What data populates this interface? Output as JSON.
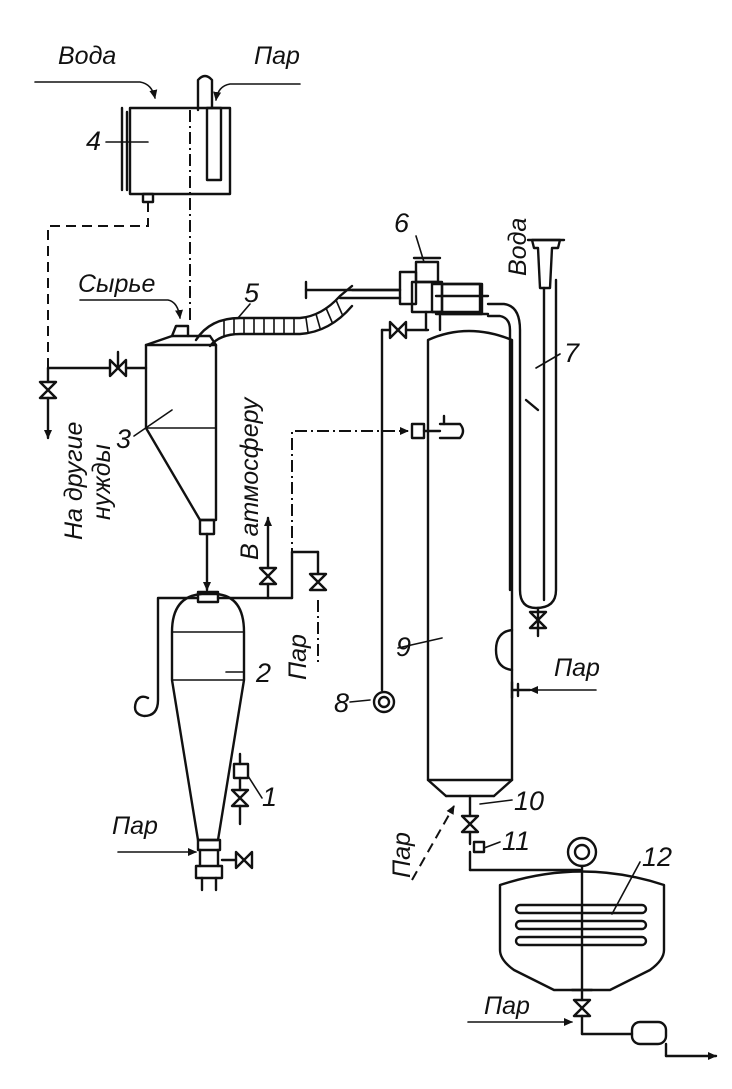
{
  "labels": {
    "water_top": "Вода",
    "steam_top": "Пар",
    "raw_material": "Сырье",
    "to_atmosphere": "В атмосферу",
    "other_needs_1": "На другие",
    "other_needs_2": "нужды",
    "steam_left_bottom": "Пар",
    "steam_middle": "Пар",
    "water_right": "Вода",
    "steam_right": "Пар",
    "steam_under_column": "Пар",
    "steam_bottom": "Пар"
  },
  "numbers": {
    "n1": "1",
    "n2": "2",
    "n3": "3",
    "n4": "4",
    "n5": "5",
    "n6": "6",
    "n7": "7",
    "n8": "8",
    "n9": "9",
    "n10": "10",
    "n11": "11",
    "n12": "12"
  }
}
